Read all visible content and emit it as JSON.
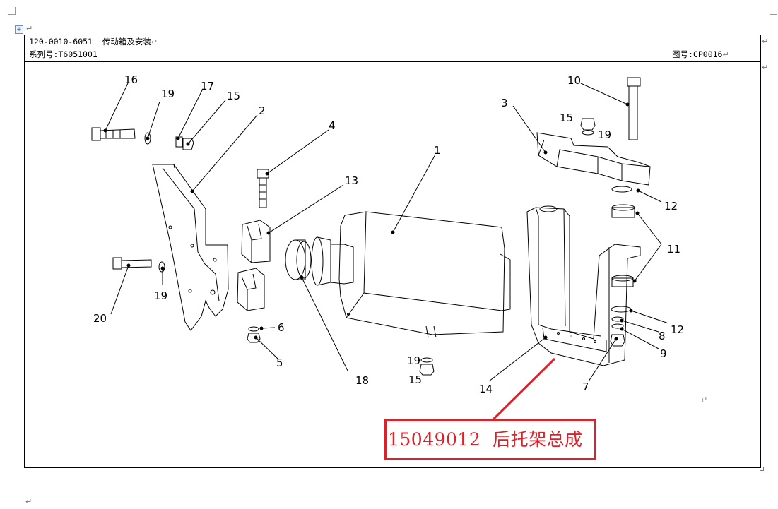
{
  "header": {
    "part_code": "120-0010-6051",
    "assembly_title": "传动箱及安装",
    "series_label": "系列号:T6051001",
    "drawing_label": "图号:CP0016"
  },
  "callout": {
    "part_number": "15049012",
    "part_name": "后托架总成"
  },
  "part_numbers": [
    "16",
    "19",
    "17",
    "15",
    "2",
    "4",
    "13",
    "1",
    "3",
    "10",
    "15",
    "19",
    "12",
    "11",
    "20",
    "19",
    "6",
    "5",
    "18",
    "19",
    "15",
    "14",
    "12",
    "8",
    "9",
    "7"
  ],
  "marks": {
    "paragraph": "↵"
  },
  "colors": {
    "callout": "#e02028",
    "line": "#000000"
  }
}
